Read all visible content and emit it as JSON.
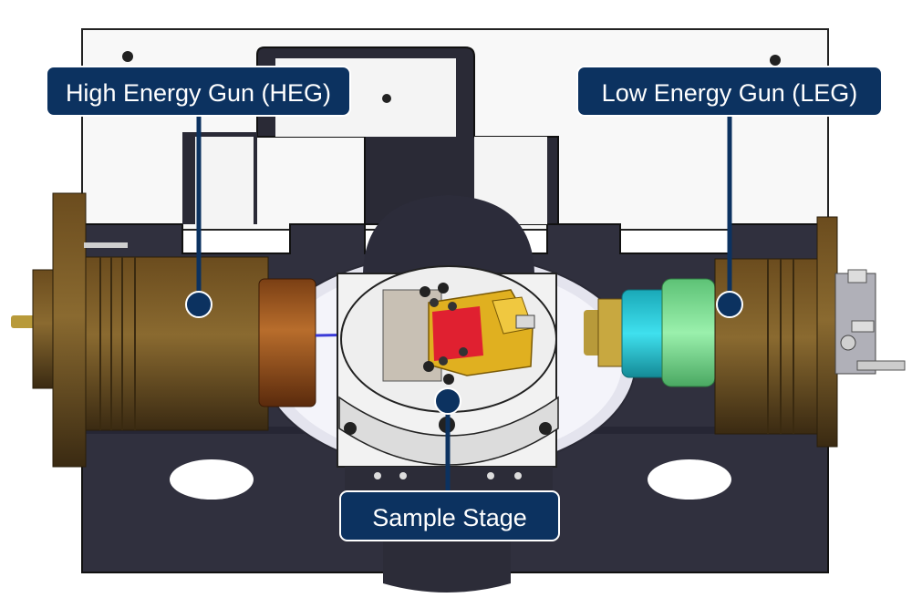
{
  "labels": {
    "high_energy_gun": "High Energy Gun (HEG)",
    "low_energy_gun": "Low Energy Gun (LEG)",
    "sample_stage": "Sample Stage"
  },
  "colors": {
    "callout_fill": "#0c3260",
    "callout_text": "#ffffff",
    "base_plate": "#31313f",
    "housing": "#f7f7f7",
    "bronze": "#7a5a26",
    "copper": "#9b5a22",
    "gold_holder": "#e0b020",
    "sample_red": "#e02030",
    "cyan_part": "#23c8d8",
    "green_part": "#7fdc92",
    "beam": "#3b3bd8"
  }
}
